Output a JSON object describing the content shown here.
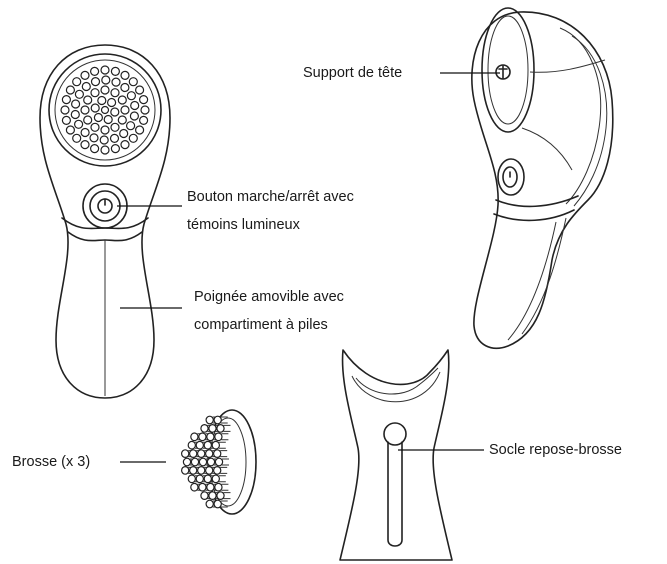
{
  "labels": {
    "head_support": "Support de tête",
    "power_button_line1": "Bouton marche/arrêt avec",
    "power_button_line2": "témoins lumineux",
    "handle_line1": "Poignée amovible avec",
    "handle_line2": "compartiment à piles",
    "brush_stand": "Socle repose-brosse",
    "brush_heads": "Brosse (x 3)"
  },
  "colors": {
    "line": "#222222",
    "background": "#ffffff"
  }
}
